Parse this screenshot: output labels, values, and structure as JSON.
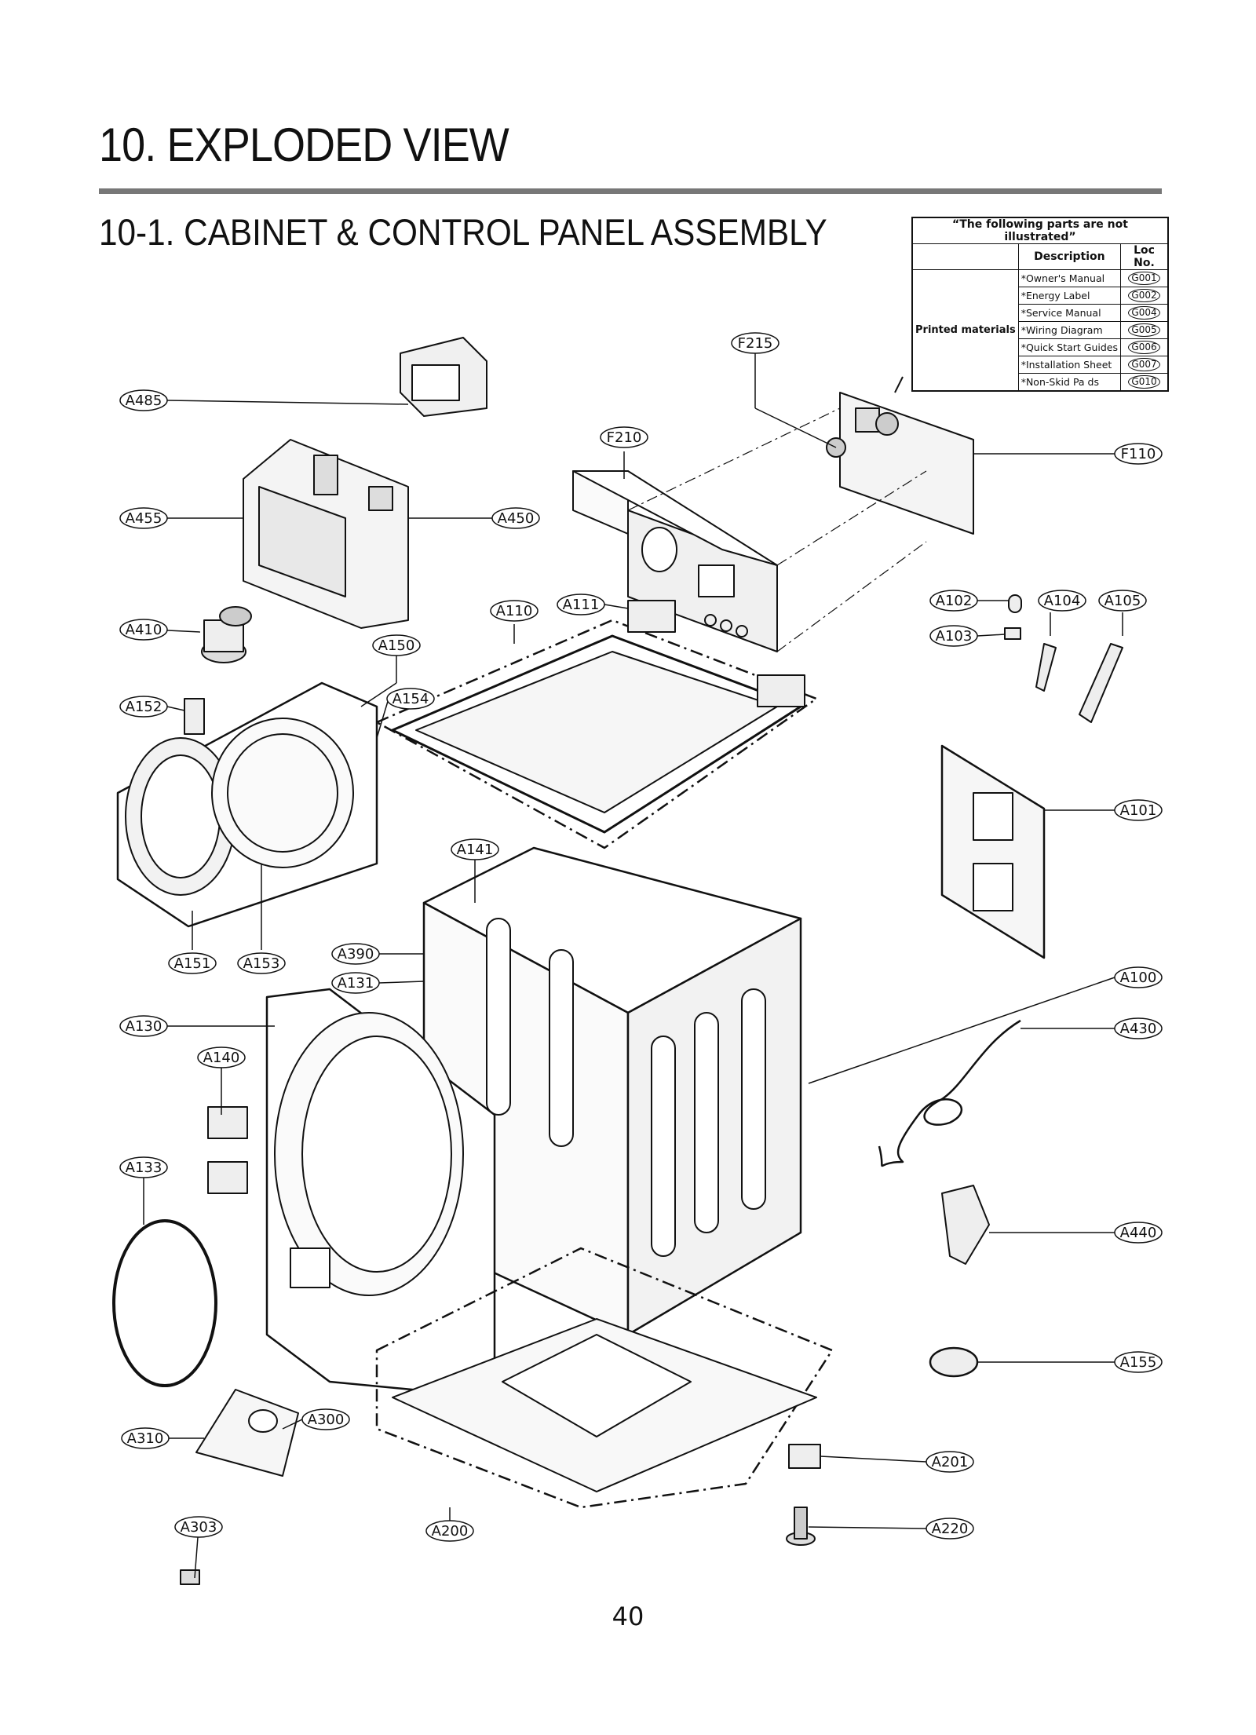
{
  "page": {
    "title": "10. EXPLODED VIEW",
    "subtitle": "10-1. CABINET & CONTROL PANEL ASSEMBLY",
    "page_number": "40"
  },
  "parts_table": {
    "caption": "“The following parts are not illustrated”",
    "col_description": "Description",
    "col_loc": "Loc No.",
    "group": "Printed materials",
    "rows": [
      {
        "desc": "*Owner's Manual",
        "loc": "G001"
      },
      {
        "desc": "*Energy Label",
        "loc": "G002"
      },
      {
        "desc": "*Service Manual",
        "loc": "G004"
      },
      {
        "desc": "*Wiring Diagram",
        "loc": "G005"
      },
      {
        "desc": "*Quick Start Guides",
        "loc": "G006"
      },
      {
        "desc": "*Installation Sheet",
        "loc": "G007"
      },
      {
        "desc": "*Non-Skid Pa ds",
        "loc": "G010"
      }
    ]
  },
  "callouts": [
    "A485",
    "A455",
    "A450",
    "A410",
    "A150",
    "A152",
    "A154",
    "A151",
    "A153",
    "A130",
    "A140",
    "A133",
    "A310",
    "A300",
    "A303",
    "A200",
    "F215",
    "F210",
    "F110",
    "A110",
    "A111",
    "A102",
    "A104",
    "A105",
    "A103",
    "A101",
    "A141",
    "A390",
    "A131",
    "A100",
    "A430",
    "A440",
    "A155",
    "A201",
    "A220"
  ]
}
